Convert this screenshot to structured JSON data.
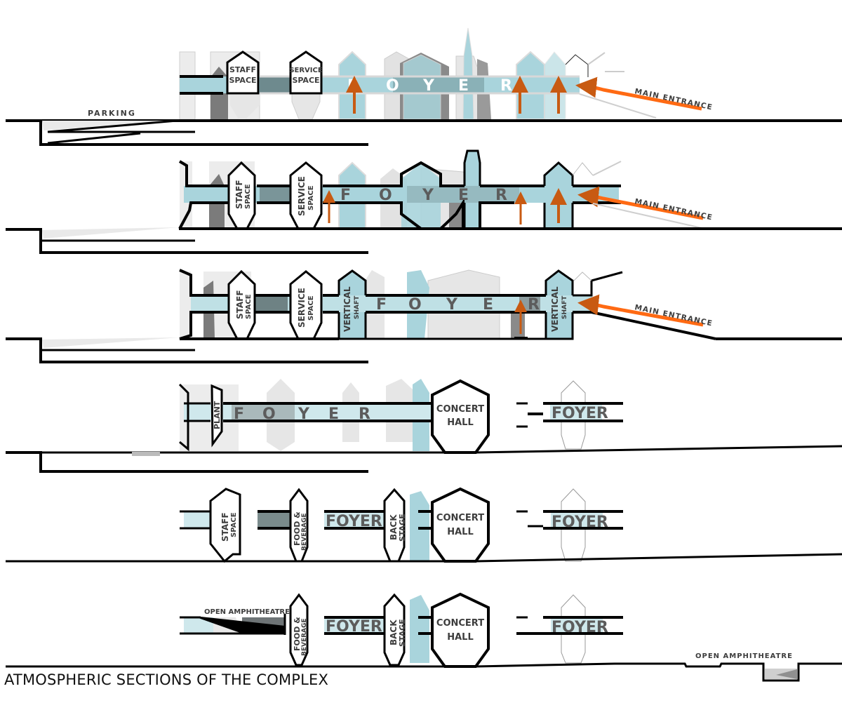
{
  "title": "ATMOSPHERIC SECTIONS OF THE COMPLEX",
  "colors": {
    "glass": "#a9d4dc",
    "glass_light": "#d3ebef",
    "grey_light": "#e6e6e6",
    "grey_mid": "#8a8a8a",
    "grey_dark": "#6b6f70",
    "outline": "#000000",
    "arrow": "#c85a12",
    "entrance_line": "#ff6a13",
    "label": "#3d3d3d"
  },
  "labels": {
    "parking": "PARKING",
    "main_entrance": "MAIN ENTRANCE",
    "open_amphitheatre": "OPEN AMPHITHEATRE",
    "foyer_letters": [
      "F",
      "O",
      "Y",
      "E",
      "R"
    ],
    "foyer": "FOYER",
    "staff": "STAFF",
    "service": "SERVICE",
    "space": "SPACE",
    "vertical": "VERTICAL",
    "shaft": "SHAFT",
    "plant": "PLANT",
    "concert": "CONCERT",
    "hall": "HALL",
    "food": "FOOD &",
    "beverage": "BEVERAGE",
    "back": "BACK",
    "stage": "STAGE"
  },
  "sections": [
    {
      "id": 1,
      "rooms": [
        "STAFF SPACE",
        "SERVICE SPACE",
        "FOYER"
      ],
      "annotations": [
        "PARKING",
        "MAIN ENTRANCE"
      ]
    },
    {
      "id": 2,
      "rooms": [
        "STAFF SPACE",
        "SERVICE SPACE",
        "FOYER"
      ],
      "annotations": [
        "MAIN ENTRANCE"
      ]
    },
    {
      "id": 3,
      "rooms": [
        "STAFF SPACE",
        "SERVICE SPACE",
        "VERTICAL SHAFT",
        "FOYER",
        "VERTICAL SHAFT"
      ],
      "annotations": [
        "MAIN ENTRANCE"
      ]
    },
    {
      "id": 4,
      "rooms": [
        "PLANT",
        "FOYER",
        "CONCERT HALL",
        "FOYER"
      ],
      "annotations": []
    },
    {
      "id": 5,
      "rooms": [
        "STAFF SPACE",
        "FOOD & BEVERAGE",
        "FOYER",
        "BACK STAGE",
        "CONCERT HALL",
        "FOYER"
      ],
      "annotations": []
    },
    {
      "id": 6,
      "rooms": [
        "FOOD & BEVERAGE",
        "FOYER",
        "BACK STAGE",
        "CONCERT HALL",
        "FOYER"
      ],
      "annotations": [
        "OPEN AMPHITHEATRE",
        "OPEN AMPHITHEATRE"
      ]
    }
  ]
}
